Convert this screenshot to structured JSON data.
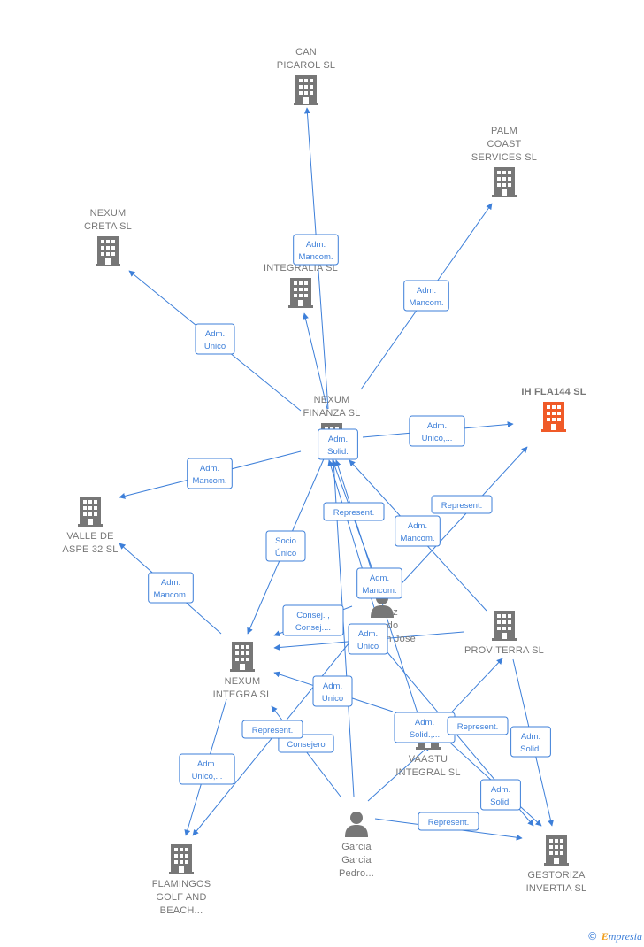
{
  "colors": {
    "edge": "#3d7fd9",
    "node": "#777777",
    "highlight": "#f05a28"
  },
  "nodes": [
    {
      "id": "can_picarol",
      "label_lines": [
        "CAN",
        "PICAROL  SL"
      ],
      "type": "company",
      "icon": "building-icon"
    },
    {
      "id": "palm_coast",
      "label_lines": [
        "PALM",
        "COAST",
        "SERVICES  SL"
      ],
      "type": "company",
      "icon": "building-icon"
    },
    {
      "id": "nexum_creta",
      "label_lines": [
        "NEXUM",
        "CRETA  SL"
      ],
      "type": "company",
      "icon": "building-icon"
    },
    {
      "id": "ih_integralia",
      "label_lines": [
        "IN",
        "INTEGRALIA SL"
      ],
      "type": "company",
      "icon": "building-icon"
    },
    {
      "id": "nexum_finanza",
      "label_lines": [
        "NEXUM",
        "FINANZA  SL"
      ],
      "type": "company",
      "icon": "building-icon"
    },
    {
      "id": "ih_fla144",
      "label_lines": [
        "IH FLA144  SL"
      ],
      "type": "company",
      "icon": "building-icon",
      "highlight": true
    },
    {
      "id": "valle_aspe",
      "label_lines": [
        "VALLE DE",
        "ASPE 32  SL"
      ],
      "type": "company",
      "icon": "building-icon"
    },
    {
      "id": "person_juan_jose",
      "label_lines": [
        "ez",
        "do",
        "Juan Jose"
      ],
      "type": "person",
      "icon": "person-icon"
    },
    {
      "id": "proviterra",
      "label_lines": [
        "PROVITERRA  SL"
      ],
      "type": "company",
      "icon": "building-icon"
    },
    {
      "id": "nexum_integra",
      "label_lines": [
        "NEXUM",
        "INTEGRA  SL"
      ],
      "type": "company",
      "icon": "building-icon"
    },
    {
      "id": "vaastu",
      "label_lines": [
        "VAASTU",
        "INTEGRAL  SL"
      ],
      "type": "company",
      "icon": "building-icon"
    },
    {
      "id": "garcia",
      "label_lines": [
        "Garcia",
        "Garcia",
        "Pedro..."
      ],
      "type": "person",
      "icon": "person-icon"
    },
    {
      "id": "gestoriza",
      "label_lines": [
        "GESTORIZA",
        "INVERTIA  SL"
      ],
      "type": "company",
      "icon": "building-icon"
    },
    {
      "id": "flamingos",
      "label_lines": [
        "FLAMINGOS",
        "GOLF AND",
        "BEACH..."
      ],
      "type": "company",
      "icon": "building-icon"
    }
  ],
  "edges": [
    {
      "from": "nexum_finanza",
      "to": "can_picarol",
      "label_lines": [
        "Adm.",
        "Mancom."
      ]
    },
    {
      "from": "nexum_finanza",
      "to": "palm_coast",
      "label_lines": [
        "Adm.",
        "Mancom."
      ]
    },
    {
      "from": "nexum_finanza",
      "to": "nexum_creta",
      "label_lines": [
        "Adm.",
        "Unico"
      ]
    },
    {
      "from": "nexum_finanza",
      "to": "ih_integralia",
      "label_lines": []
    },
    {
      "from": "nexum_finanza",
      "to": "ih_fla144",
      "label_lines": [
        "Adm.",
        "Unico,..."
      ]
    },
    {
      "from": "nexum_finanza",
      "to": "valle_aspe",
      "label_lines": [
        "Adm.",
        "Mancom."
      ]
    },
    {
      "from": "nexum_finanza",
      "to": "nexum_integra",
      "label_lines": [
        "Socio",
        "Único"
      ]
    },
    {
      "from": "nexum_integra",
      "to": "valle_aspe",
      "label_lines": [
        "Adm.",
        "Mancom."
      ]
    },
    {
      "from": "person_juan_jose",
      "to": "nexum_finanza",
      "label_lines": [
        "Adm.",
        "Solid."
      ]
    },
    {
      "from": "person_juan_jose",
      "to": "ih_fla144",
      "label_lines": [
        "Represent."
      ]
    },
    {
      "from": "proviterra",
      "to": "nexum_finanza",
      "label_lines": [
        "Adm.",
        "Mancom."
      ]
    },
    {
      "from": "vaastu",
      "to": "nexum_finanza",
      "label_lines": [
        "Represent."
      ]
    },
    {
      "from": "garcia",
      "to": "nexum_finanza",
      "label_lines": [
        "Adm.",
        "Mancom."
      ]
    },
    {
      "from": "person_juan_jose",
      "to": "nexum_integra",
      "label_lines": [
        "Consej. ,",
        "Consej...."
      ]
    },
    {
      "from": "proviterra",
      "to": "nexum_integra",
      "label_lines": [
        "Adm.",
        "Unico"
      ]
    },
    {
      "from": "vaastu",
      "to": "nexum_integra",
      "label_lines": [
        "Adm.",
        "Unico"
      ]
    },
    {
      "from": "garcia",
      "to": "nexum_integra",
      "label_lines": [
        "Consejero"
      ]
    },
    {
      "from": "nexum_integra",
      "to": "flamingos",
      "label_lines": [
        "Adm.",
        "Unico,..."
      ]
    },
    {
      "from": "person_juan_jose",
      "to": "flamingos",
      "label_lines": [
        "Represent."
      ]
    },
    {
      "from": "vaastu",
      "to": "proviterra",
      "label_lines": [
        "Adm.",
        "Solid.,..."
      ]
    },
    {
      "from": "vaastu",
      "to": "gestoriza",
      "label_lines": [
        "Represent."
      ]
    },
    {
      "from": "proviterra",
      "to": "gestoriza",
      "label_lines": [
        "Adm.",
        "Solid."
      ]
    },
    {
      "from": "person_juan_jose",
      "to": "gestoriza",
      "label_lines": [
        "Adm.",
        "Solid."
      ]
    },
    {
      "from": "garcia",
      "to": "gestoriza",
      "label_lines": [
        "Represent."
      ]
    },
    {
      "from": "garcia",
      "to": "vaastu",
      "label_lines": []
    },
    {
      "from": "person_juan_jose",
      "to": "nexum_finanza",
      "label_lines": [
        "Represent."
      ]
    }
  ],
  "brand": {
    "copyright": "©",
    "name": "mpresia",
    "initial": "E"
  }
}
